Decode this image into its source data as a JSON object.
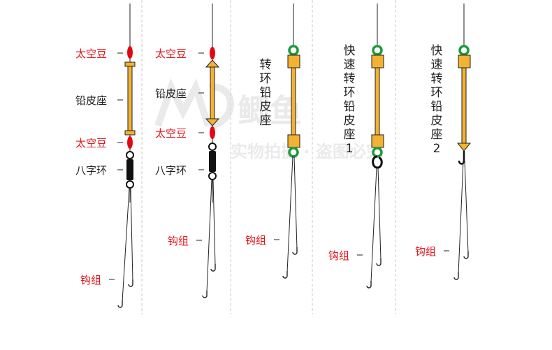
{
  "colors": {
    "red_label": "#e8141b",
    "black_label": "#222222",
    "float_bead": "#e30613",
    "sinker": "#f2b233",
    "sinker_edge": "#222222",
    "swivel": "#111111",
    "ring": "#1c9a3b",
    "divider": "#c8c8c8",
    "watermark": "#d9d9d9"
  },
  "watermark": {
    "brand": "鲫鱼",
    "tagline": "实物拍摄 · 盗图必究"
  },
  "panels": [
    {
      "labels": {
        "bead_top": "太空豆",
        "sinker_seat": "铅皮座",
        "bead_bottom": "太空豆",
        "swivel": "八字环",
        "hook_group": "钩组"
      }
    },
    {
      "labels": {
        "bead_top": "太空豆",
        "sinker_seat": "铅皮座",
        "bead_bottom": "太空豆",
        "swivel": "八字环",
        "hook_group": "钩组"
      }
    },
    {
      "labels": {
        "vertical_label": "转环铅皮座",
        "hook_group": "钩组"
      }
    },
    {
      "labels": {
        "vertical_label": "快速转环铅皮座1",
        "hook_group": "钩组"
      }
    },
    {
      "labels": {
        "vertical_label": "快速转环铅皮座2",
        "hook_group": "钩组"
      }
    }
  ]
}
